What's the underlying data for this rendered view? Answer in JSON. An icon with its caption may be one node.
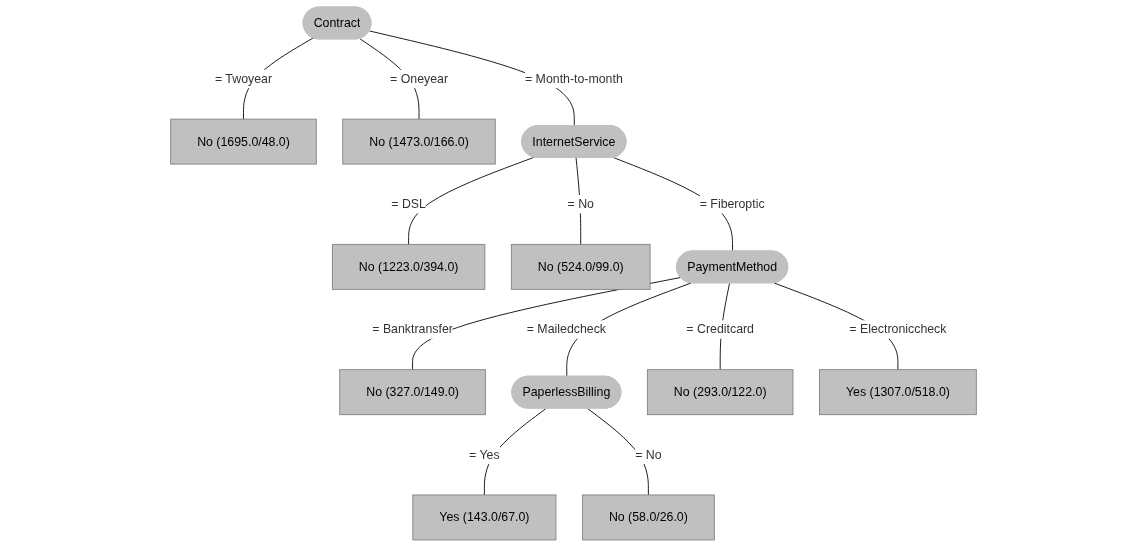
{
  "diagram": {
    "nodes": [
      {
        "text": [
          "Contract"
        ]
      },
      {
        "text": [
          "No (1695.0/48.0)"
        ]
      },
      {
        "text": [
          "No (1473.0/166.0)"
        ]
      },
      {
        "text": [
          "InternetService"
        ]
      },
      {
        "text": [
          "No (1223.0/394.0)"
        ]
      },
      {
        "text": [
          "No (524.0/99.0)"
        ]
      },
      {
        "text": [
          "PaymentMethod"
        ]
      },
      {
        "text": [
          "No (327.0/149.0)"
        ]
      },
      {
        "text": [
          "PaperlessBilling"
        ]
      },
      {
        "text": [
          "No (293.0/122.0)"
        ]
      },
      {
        "text": [
          "Yes (1307.0/518.0)"
        ]
      },
      {
        "text": [
          "Yes (143.0/67.0)"
        ]
      },
      {
        "text": [
          "No (58.0/26.0)"
        ]
      }
    ],
    "edges": [
      {
        "from": 0,
        "to": 1,
        "arrow": "none",
        "label": "= Twoyear"
      },
      {
        "from": 0,
        "to": 2,
        "arrow": "none",
        "label": "= Oneyear"
      },
      {
        "from": 0,
        "to": 3,
        "arrow": "none",
        "label": "= Month-to-month"
      },
      {
        "from": 3,
        "to": 4,
        "arrow": "none",
        "label": "= DSL"
      },
      {
        "from": 3,
        "to": 5,
        "arrow": "none",
        "label": "= No"
      },
      {
        "from": 3,
        "to": 6,
        "arrow": "none",
        "label": "= Fiberoptic"
      },
      {
        "from": 6,
        "to": 7,
        "arrow": "none",
        "label": "= Banktransfer"
      },
      {
        "from": 6,
        "to": 8,
        "arrow": "none",
        "label": "= Mailedcheck"
      },
      {
        "from": 6,
        "to": 9,
        "arrow": "none",
        "label": "= Creditcard"
      },
      {
        "from": 6,
        "to": 10,
        "arrow": "none",
        "label": "= Electroniccheck"
      },
      {
        "from": 8,
        "to": 11,
        "arrow": "none",
        "label": "= Yes"
      },
      {
        "from": 8,
        "to": 12,
        "arrow": "none",
        "label": "= No"
      }
    ]
  }
}
